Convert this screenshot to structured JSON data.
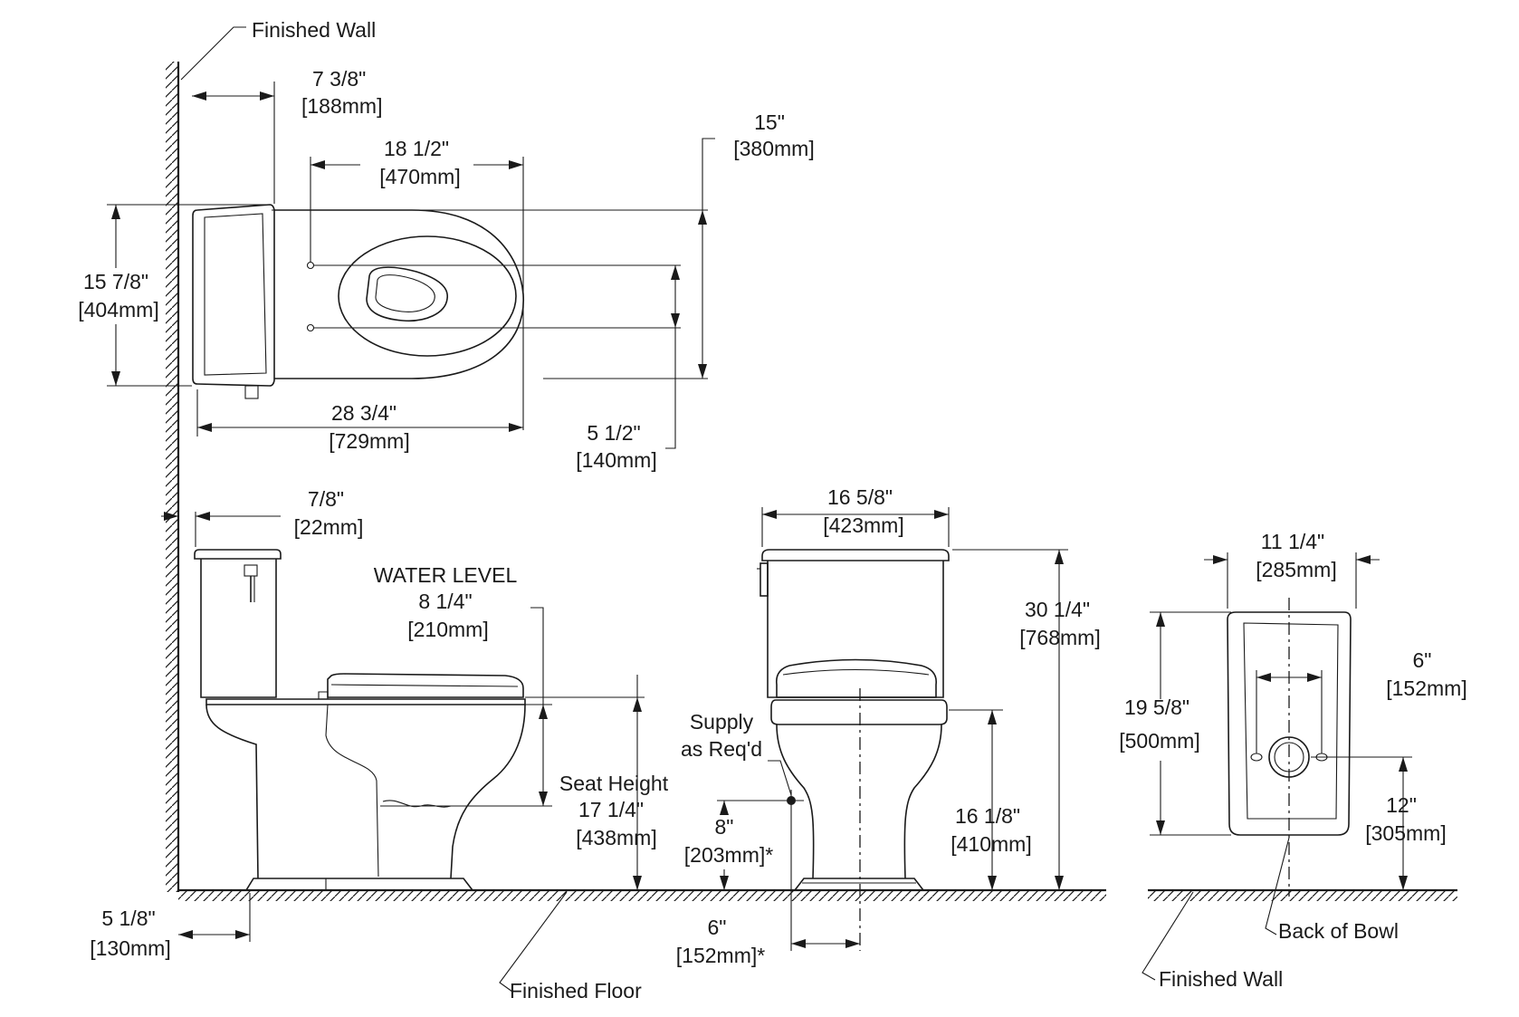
{
  "labels": {
    "finished_wall_top": "Finished Wall",
    "finished_wall_bottom": "Finished Wall",
    "finished_floor": "Finished Floor",
    "water_level": "WATER LEVEL",
    "supply_line1": "Supply",
    "supply_line2": "as Req'd",
    "seat_height": "Seat Height",
    "back_of_bowl": "Back of Bowl"
  },
  "dimensions": {
    "tank_depth": {
      "in": "7 3/8\"",
      "mm": "[188mm]"
    },
    "bowl_length": {
      "in": "18 1/2\"",
      "mm": "[470mm]"
    },
    "bowl_width": {
      "in": "15\"",
      "mm": "[380mm]"
    },
    "tank_width": {
      "in": "15 7/8\"",
      "mm": "[404mm]"
    },
    "overall_length": {
      "in": "28 3/4\"",
      "mm": "[729mm]"
    },
    "bolt_spacing_top": {
      "in": "5 1/2\"",
      "mm": "[140mm]"
    },
    "lid_offset": {
      "in": "7/8\"",
      "mm": "[22mm]"
    },
    "water_level": {
      "in": "8 1/4\"",
      "mm": "[210mm]"
    },
    "seat_height": {
      "in": "17 1/4\"",
      "mm": "[438mm]"
    },
    "wall_to_base": {
      "in": "5 1/8\"",
      "mm": "[130mm]"
    },
    "tank_front_width": {
      "in": "16 5/8\"",
      "mm": "[423mm]"
    },
    "overall_height": {
      "in": "30 1/4\"",
      "mm": "[768mm]"
    },
    "supply_height": {
      "in": "8\"",
      "mm": "[203mm]*"
    },
    "rim_height": {
      "in": "16 1/8\"",
      "mm": "[410mm]"
    },
    "supply_offset": {
      "in": "6\"",
      "mm": "[152mm]*"
    },
    "base_width": {
      "in": "11 1/4\"",
      "mm": "[285mm]"
    },
    "base_length": {
      "in": "19 5/8\"",
      "mm": "[500mm]"
    },
    "bolt_spacing_base": {
      "in": "6\"",
      "mm": "[152mm]"
    },
    "rough_in": {
      "in": "12\"",
      "mm": "[305mm]"
    }
  }
}
